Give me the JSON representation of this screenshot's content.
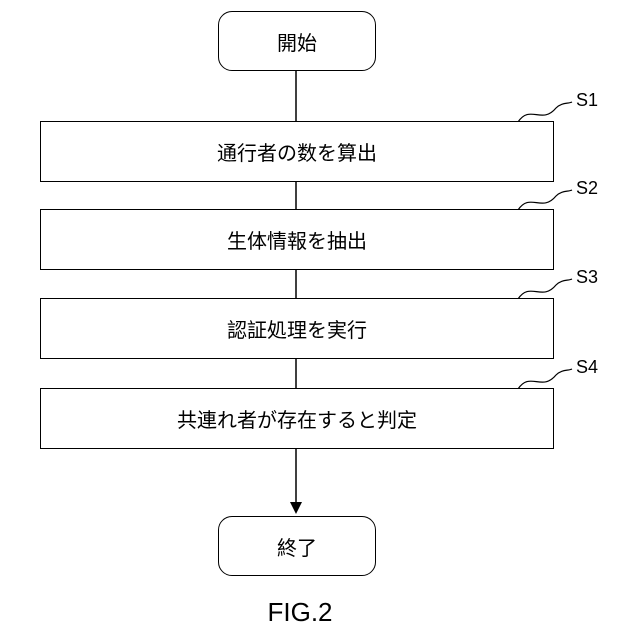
{
  "flowchart": {
    "start_label": "開始",
    "end_label": "終了",
    "steps": [
      {
        "id": "S1",
        "label": "通行者の数を算出"
      },
      {
        "id": "S2",
        "label": "生体情報を抽出"
      },
      {
        "id": "S3",
        "label": "認証処理を実行"
      },
      {
        "id": "S4",
        "label": "共連れ者が存在すると判定"
      }
    ]
  },
  "figure_caption": "FIG.2"
}
